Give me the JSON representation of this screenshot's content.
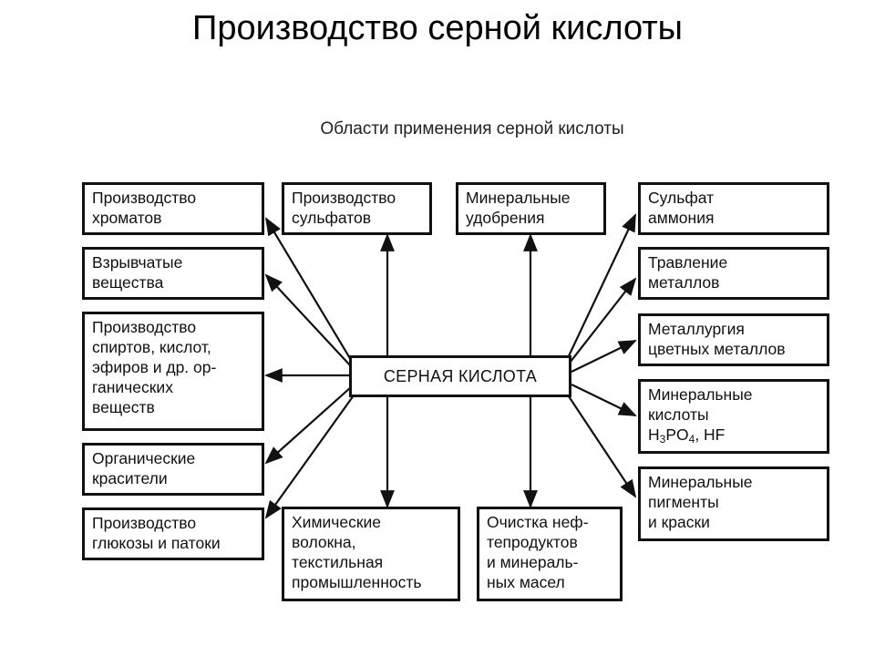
{
  "title": "Производство серной кислоты",
  "subtitle": "Области применения серной кислоты",
  "center": "СЕРНАЯ КИСЛОТА",
  "left": {
    "chromates": [
      "Производство",
      "хроматов"
    ],
    "explosives": [
      "Взрывчатые",
      "вещества"
    ],
    "organics": [
      "Производство",
      "спиртов, кислот,",
      "эфиров и др. ор-",
      "ганических",
      "веществ"
    ],
    "dyes": [
      "Органические",
      "красители"
    ],
    "glucose": [
      "Производство",
      "глюкозы и патоки"
    ]
  },
  "top": {
    "sulfates": [
      "Производство",
      "сульфатов"
    ],
    "fertilizers": [
      "Минеральные",
      "удобрения"
    ]
  },
  "bottom": {
    "fibers": [
      "Химические",
      "волокна,",
      "текстильная",
      "промышленность"
    ],
    "oil": [
      "Очистка неф-",
      "тепродуктов",
      "и минераль-",
      "ных масел"
    ]
  },
  "right": {
    "ammonium": [
      "Сульфат",
      "аммония"
    ],
    "etching": [
      "Травление",
      "металлов"
    ],
    "metallurgy": [
      "Металлургия",
      "цветных металлов"
    ],
    "acids": {
      "line1": "Минеральные",
      "line2": "кислоты",
      "formula_h": "H",
      "formula_h_sub": "3",
      "formula_po": "PO",
      "formula_po_sub": "4",
      "formula_tail": ", HF"
    },
    "pigments": [
      "Минеральные",
      "пигменты",
      "и краски"
    ]
  }
}
